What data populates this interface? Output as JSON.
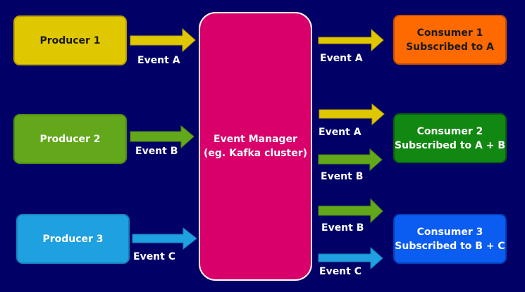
{
  "diagram": {
    "title": "Event-driven publish/subscribe architecture",
    "colors": {
      "background": "#000066",
      "event_a": "#e0c800",
      "event_b": "#62a81a",
      "event_c": "#1fa0e0"
    },
    "producers": [
      {
        "label": "Producer 1",
        "emits": "Event A",
        "fill": "#e0c800",
        "text_color": "#1a1a1a"
      },
      {
        "label": "Producer 2",
        "emits": "Event B",
        "fill": "#62a81a",
        "text_color": "#ffffff"
      },
      {
        "label": "Producer 3",
        "emits": "Event C",
        "fill": "#1fa0e0",
        "text_color": "#ffffff"
      }
    ],
    "manager": {
      "line1": "Event Manager",
      "line2": "(eg. Kafka cluster)",
      "fill": "#d9006c"
    },
    "consumers": [
      {
        "line1": "Consumer 1",
        "line2": "Subscribed to A",
        "fill": "#ff6a00",
        "text_color": "#1a1a1a",
        "receives": [
          "Event A"
        ]
      },
      {
        "line1": "Consumer 2",
        "line2": "Subscribed to A + B",
        "fill": "#118811",
        "text_color": "#ffffff",
        "receives": [
          "Event A",
          "Event B"
        ]
      },
      {
        "line1": "Consumer 3",
        "line2": "Subscribed to B + C",
        "fill": "#0b5cf0",
        "text_color": "#ffffff",
        "receives": [
          "Event B",
          "Event C"
        ]
      }
    ],
    "edge_labels": {
      "p1": "Event A",
      "p2": "Event B",
      "p3": "Event C",
      "c1_a": "Event A",
      "c2_a": "Event A",
      "c2_b": "Event B",
      "c3_b": "Event B",
      "c3_c": "Event C"
    }
  }
}
